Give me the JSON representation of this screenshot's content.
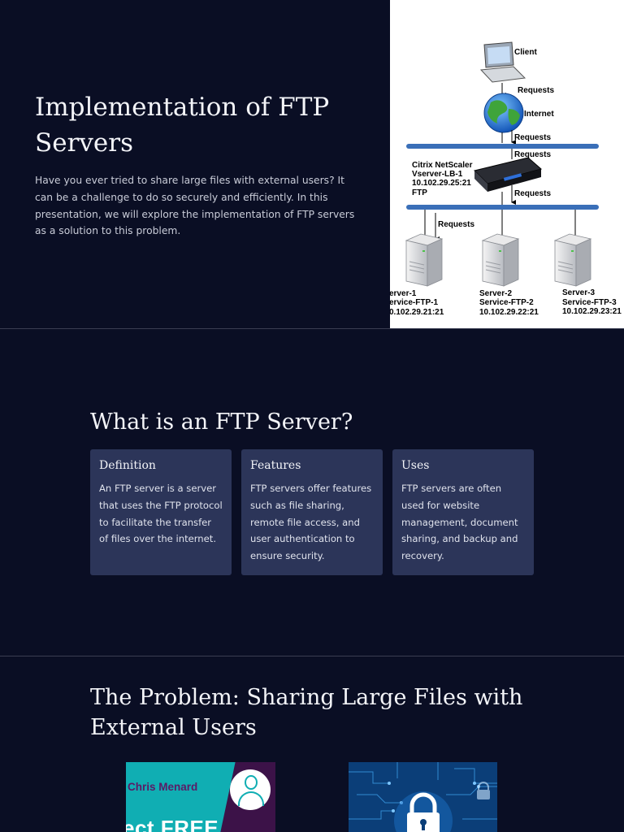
{
  "slide1": {
    "title": "Implementation of FTP Servers",
    "body": "Have you ever tried to share large files with external users? It can be a challenge to do so securely and efficiently. In this presentation, we will explore the implementation of FTP servers as a solution to this problem.",
    "diagram": {
      "client": "Client",
      "internet": "Internet",
      "requests": "Requests",
      "lb_line1": "Citrix NetScaler",
      "lb_line2": "Vserver-LB-1",
      "lb_line3": "10.102.29.25:21",
      "lb_line4": "FTP",
      "servers": [
        {
          "name": "erver-1",
          "service": "ervice-FTP-1",
          "ip": "0.102.29.21:21"
        },
        {
          "name": "Server-2",
          "service": "Service-FTP-2",
          "ip": "10.102.29.22:21"
        },
        {
          "name": "Server-3",
          "service": "Service-FTP-3",
          "ip": "10.102.29.23:21"
        }
      ]
    }
  },
  "slide2": {
    "title": "What is an FTP Server?",
    "cards": [
      {
        "title": "Definition",
        "body": "An FTP server is a server that uses the FTP protocol to facilitate the transfer of files over the internet."
      },
      {
        "title": "Features",
        "body": "FTP servers offer features such as file sharing, remote file access, and user authentication to ensure security."
      },
      {
        "title": "Uses",
        "body": "FTP servers are often used for website management, document sharing, and backup and recovery."
      }
    ]
  },
  "slide3": {
    "title": "The Problem: Sharing Large Files with External Users",
    "image1": {
      "name": "Chris Menard",
      "text": "ect FREE"
    }
  },
  "colors": {
    "background": "#0a0e24",
    "card": "#2c3559",
    "network_bar": "#3a6fb8"
  }
}
